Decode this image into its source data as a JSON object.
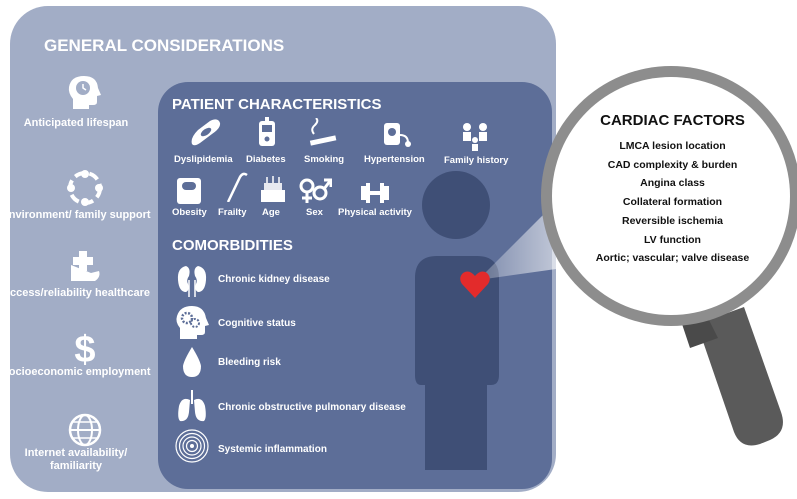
{
  "general": {
    "title": "GENERAL CONSIDERATIONS",
    "items": [
      {
        "label": "Anticipated lifespan",
        "icon": "head-clock-icon"
      },
      {
        "label": "Environment/ family support",
        "icon": "people-circle-icon"
      },
      {
        "label": "Access/reliability healthcare",
        "icon": "hand-cross-icon"
      },
      {
        "label": "Socioeconomic employment",
        "icon": "dollar-icon"
      },
      {
        "label": "Internet availability/ familiarity",
        "icon": "globe-icon"
      }
    ]
  },
  "patient": {
    "title": "PATIENT CHARACTERISTICS",
    "items": [
      {
        "label": "Dyslipidemia",
        "icon": "artery-plaque-icon"
      },
      {
        "label": "Diabetes",
        "icon": "glucose-meter-icon"
      },
      {
        "label": "Smoking",
        "icon": "cigarette-icon"
      },
      {
        "label": "Hypertension",
        "icon": "blood-pressure-icon"
      },
      {
        "label": "Family history",
        "icon": "family-tree-icon"
      },
      {
        "label": "Obesity",
        "icon": "scale-icon"
      },
      {
        "label": "Frailty",
        "icon": "cane-icon"
      },
      {
        "label": "Age",
        "icon": "birthday-cake-icon"
      },
      {
        "label": "Sex",
        "icon": "gender-symbols-icon"
      },
      {
        "label": "Physical activity",
        "icon": "dumbbell-icon"
      }
    ]
  },
  "comorbidities": {
    "title": "COMORBIDITIES",
    "items": [
      {
        "label": "Chronic kidney disease",
        "icon": "kidneys-icon"
      },
      {
        "label": "Cognitive status",
        "icon": "head-gears-icon"
      },
      {
        "label": "Bleeding risk",
        "icon": "blood-drop-icon"
      },
      {
        "label": "Chronic obstructive pulmonary disease",
        "icon": "lungs-icon"
      },
      {
        "label": "Systemic inflammation",
        "icon": "concentric-rings-icon"
      }
    ]
  },
  "cardiac": {
    "title": "CARDIAC FACTORS",
    "items": [
      "LMCA lesion location",
      "CAD complexity & burden",
      "Angina class",
      "Collateral formation",
      "Reversible ischemia",
      "LV function",
      "Aortic; vascular; valve disease"
    ]
  },
  "colors": {
    "outer_panel": "#a2adc6",
    "inner_panel": "#5d6e98",
    "silhouette": "#3f4f76",
    "heart": "#e32b2b",
    "magnifier_handle": "#5a5a5a"
  }
}
